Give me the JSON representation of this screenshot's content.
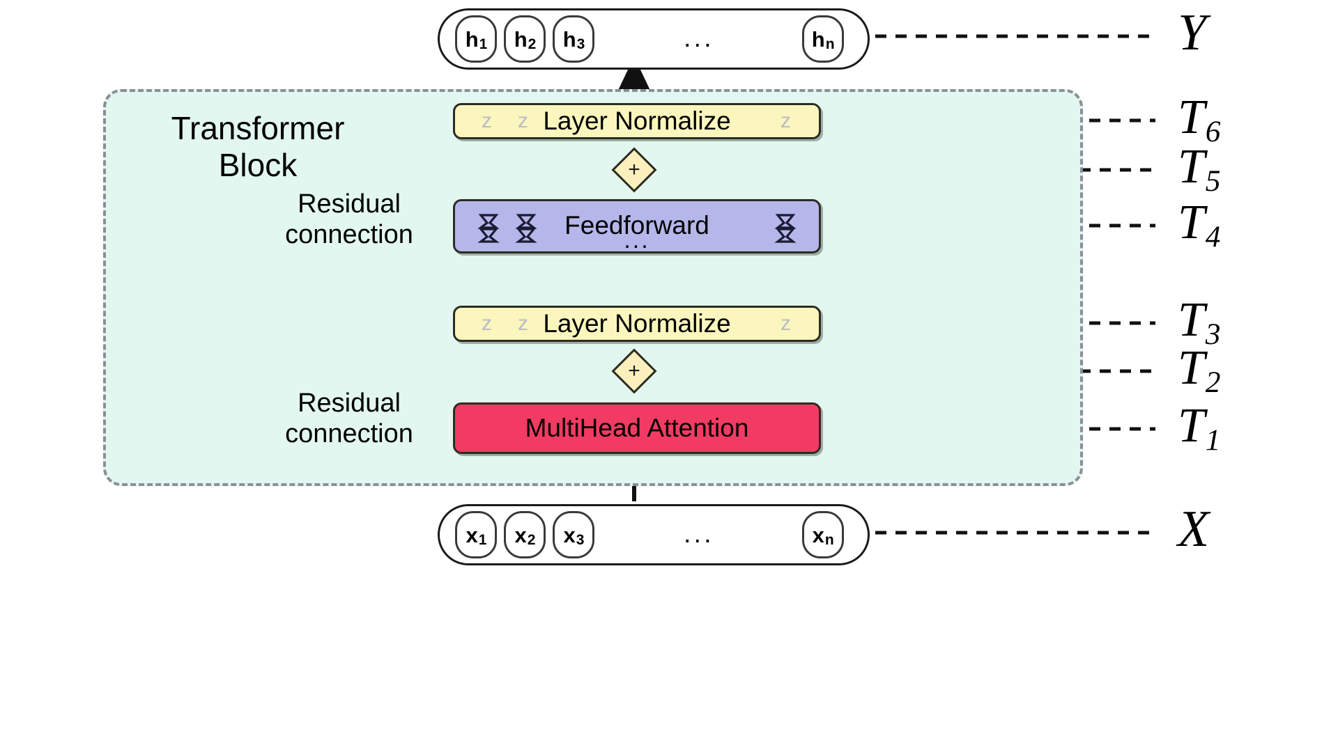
{
  "diagram": {
    "title": "Transformer Block architecture",
    "block": {
      "label": "Transformer\nBlock",
      "fill": "#e2f7ef",
      "border": "#8a8f96"
    },
    "input_row": {
      "name": "X",
      "tokens": [
        {
          "base": "x",
          "sub": "1"
        },
        {
          "base": "x",
          "sub": "2"
        },
        {
          "base": "x",
          "sub": "3"
        }
      ],
      "ellipsis": "...",
      "last_token": {
        "base": "x",
        "sub": "n"
      }
    },
    "output_row": {
      "name": "Y",
      "tokens": [
        {
          "base": "h",
          "sub": "1"
        },
        {
          "base": "h",
          "sub": "2"
        },
        {
          "base": "h",
          "sub": "3"
        }
      ],
      "ellipsis": "...",
      "last_token": {
        "base": "h",
        "sub": "n"
      }
    },
    "layers": [
      {
        "id": "T1",
        "type": "multihead-attention",
        "label": "MultiHead Attention",
        "fill": "#f23b62"
      },
      {
        "id": "T2",
        "type": "residual-add",
        "label": "+",
        "fill": "#fbf0bd"
      },
      {
        "id": "T3",
        "type": "layer-normalize",
        "label": "Layer Normalize",
        "fill": "#fbf6bd",
        "marks": [
          "z",
          "z",
          "z"
        ]
      },
      {
        "id": "T4",
        "type": "feedforward",
        "label": "Feedforward",
        "dots": "...",
        "fill": "#b5b6ea"
      },
      {
        "id": "T5",
        "type": "residual-add",
        "label": "+",
        "fill": "#fbf0bd"
      },
      {
        "id": "T6",
        "type": "layer-normalize",
        "label": "Layer Normalize",
        "fill": "#fbf6bd",
        "marks": [
          "z",
          "z",
          "z"
        ]
      }
    ],
    "residual_labels": [
      {
        "id": "residual-upper",
        "text": "Residual\nconnection"
      },
      {
        "id": "residual-lower",
        "text": "Residual\nconnection"
      }
    ],
    "right_labels": [
      {
        "id": "Y",
        "base": "Y",
        "sub": ""
      },
      {
        "id": "T6",
        "base": "T",
        "sub": "6"
      },
      {
        "id": "T5",
        "base": "T",
        "sub": "5"
      },
      {
        "id": "T4",
        "base": "T",
        "sub": "4"
      },
      {
        "id": "T3",
        "base": "T",
        "sub": "3"
      },
      {
        "id": "T2",
        "base": "T",
        "sub": "2"
      },
      {
        "id": "T1",
        "base": "T",
        "sub": "1"
      },
      {
        "id": "X",
        "base": "X",
        "sub": ""
      }
    ]
  }
}
